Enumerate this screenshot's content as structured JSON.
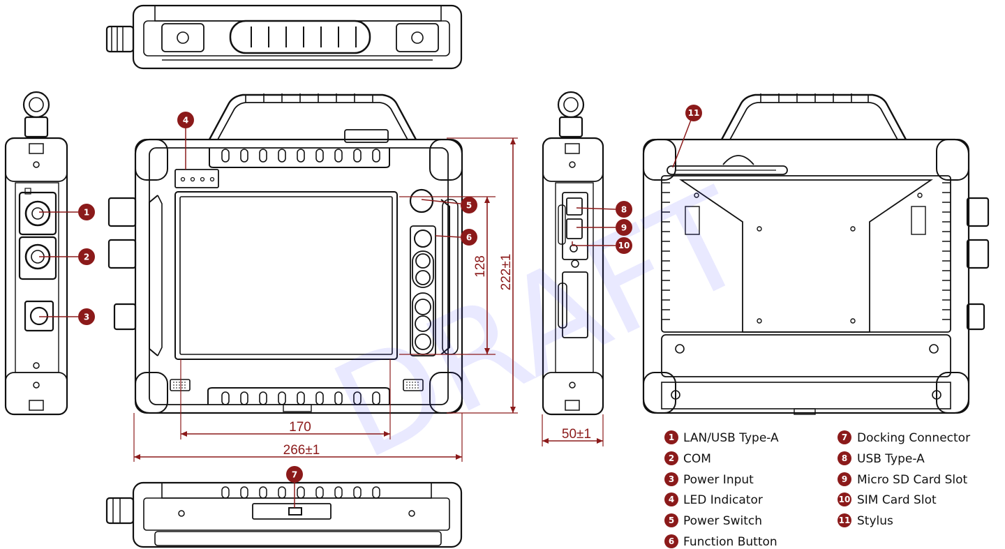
{
  "watermark": "DRAFT",
  "colors": {
    "callout": "#8b1a1a",
    "outline": "#111111",
    "watermark": "#3333ff"
  },
  "dimensions": {
    "screen_height": "128",
    "total_height": "222±1",
    "screen_width": "170",
    "total_width": "266±1",
    "depth": "50±1"
  },
  "legend": [
    {
      "num": "1",
      "label": "LAN/USB Type-A"
    },
    {
      "num": "2",
      "label": "COM"
    },
    {
      "num": "3",
      "label": "Power Input"
    },
    {
      "num": "4",
      "label": "LED Indicator"
    },
    {
      "num": "5",
      "label": "Power Switch"
    },
    {
      "num": "6",
      "label": "Function Button"
    },
    {
      "num": "7",
      "label": "Docking Connector"
    },
    {
      "num": "8",
      "label": "USB Type-A"
    },
    {
      "num": "9",
      "label": "Micro SD Card Slot"
    },
    {
      "num": "10",
      "label": "SIM Card Slot"
    },
    {
      "num": "11",
      "label": "Stylus"
    }
  ]
}
